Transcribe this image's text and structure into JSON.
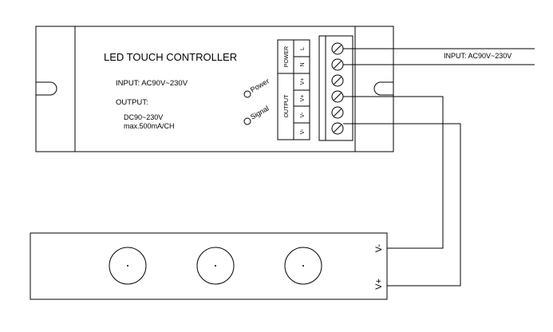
{
  "controller": {
    "title": "LED TOUCH  CONTROLLER",
    "input_spec": "INPUT: AC90V~230V",
    "output_label": "OUTPUT:",
    "output_voltage": "DC90~230V",
    "output_current": "max.500mA/CH",
    "power_indicator": "Power",
    "signal_indicator": "Signal",
    "power_group": "POWER",
    "output_group": "OUTPUT",
    "terminals": [
      "L",
      "N",
      "V+",
      "V+",
      "V-",
      "V-"
    ]
  },
  "wiring": {
    "input_label": "INPUT: AC90V~230V"
  },
  "strip": {
    "terminal_minus": "V-",
    "terminal_plus": "V+"
  }
}
